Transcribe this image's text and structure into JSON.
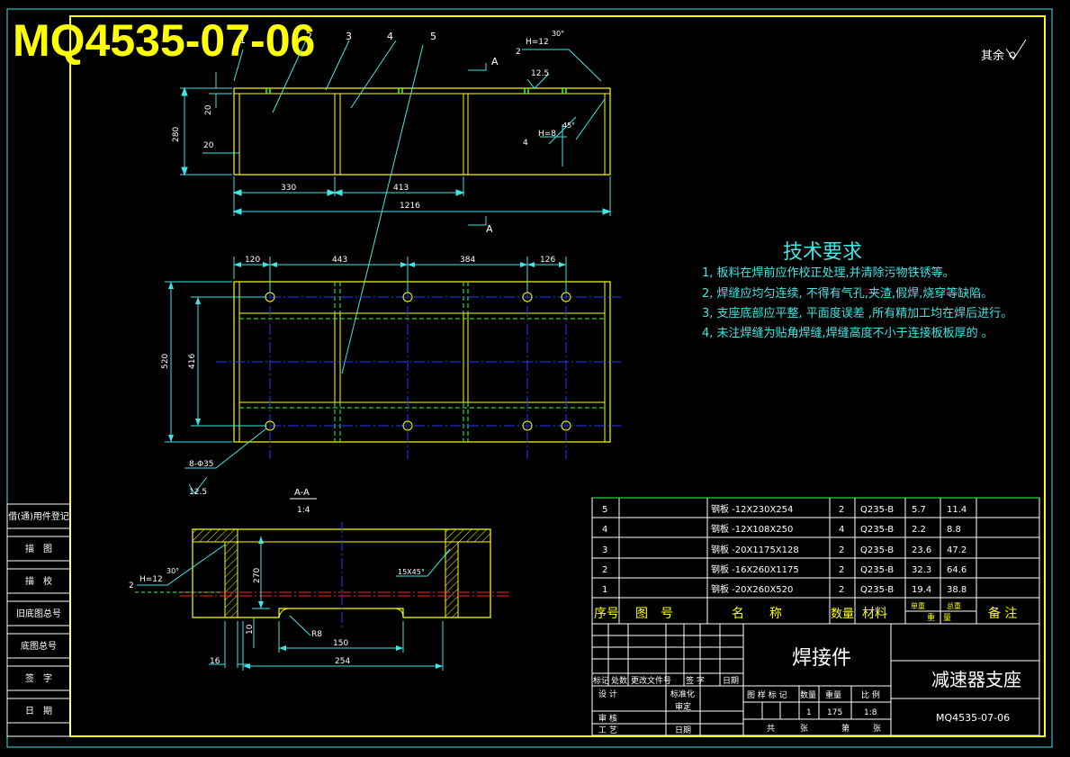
{
  "title": {
    "text": "MQ4535-07-06"
  },
  "surface_note": "其余",
  "section_label": {
    "name": "A-A",
    "scale": "1:4"
  },
  "section_markers": [
    "A",
    "A"
  ],
  "balloons": [
    "1",
    "2",
    "3",
    "4",
    "5"
  ],
  "weld_notes": {
    "top_weld": "2",
    "top_h": "H=12",
    "top_angle": "30°",
    "right_weld": "4",
    "right_h": "H=8",
    "right_angle": "45°",
    "section_weld": "2",
    "section_h": "H=12",
    "section_angle": "30°",
    "roughness_top": "12.5",
    "roughness_hole": "12.5",
    "hole_spec": "8-Φ35",
    "chamfer": "15X45°",
    "radius": "R8"
  },
  "dimensions": {
    "front": {
      "d20a": "20",
      "d280": "280",
      "d20b": "20",
      "d330": "330",
      "d413": "413",
      "d1216": "1216"
    },
    "plan": {
      "d120": "120",
      "d443": "443",
      "d384": "384",
      "d126": "126",
      "d520": "520",
      "d416": "416"
    },
    "section": {
      "d270": "270",
      "d10": "10",
      "d150": "150",
      "d16": "16",
      "d254": "254"
    }
  },
  "tech_requirements": {
    "title": "技术要求",
    "items": [
      "1, 板料在焊前应作校正处理,并清除污物铁锈等。",
      "2, 焊缝应均匀连续, 不得有气孔,夹渣,假焊,烧穿等缺陷。",
      "3, 支座底部应平整, 平面度误差       ,所有精加工均在焊后进行。",
      "4, 未注焊缝为贴角焊缝,焊缝高度不小于连接板板厚的       。"
    ]
  },
  "bom": {
    "rows": [
      {
        "no": "5",
        "name": "钢板 -12X230X254",
        "qty": "2",
        "material": "Q235-B",
        "unit_weight": "5.7",
        "total_weight": "11.4"
      },
      {
        "no": "4",
        "name": "钢板 -12X108X250",
        "qty": "4",
        "material": "Q235-B",
        "unit_weight": "2.2",
        "total_weight": "8.8"
      },
      {
        "no": "3",
        "name": "钢板 -20X1175X128",
        "qty": "2",
        "material": "Q235-B",
        "unit_weight": "23.6",
        "total_weight": "47.2"
      },
      {
        "no": "2",
        "name": "钢板 -16X260X1175",
        "qty": "2",
        "material": "Q235-B",
        "unit_weight": "32.3",
        "total_weight": "64.6"
      },
      {
        "no": "1",
        "name": "钢板 -20X260X520",
        "qty": "2",
        "material": "Q235-B",
        "unit_weight": "19.4",
        "total_weight": "38.8"
      }
    ],
    "headers": {
      "no": "序号",
      "drawing_no": "图　号",
      "name": "名　　称",
      "qty": "数量",
      "material": "材料",
      "unit": "单重",
      "total": "总重",
      "weight": "重　量",
      "remark": "备 注"
    }
  },
  "title_block": {
    "part_name": "焊接件",
    "assembly_name": "减速器支座",
    "drawing_number": "MQ4535-07-06",
    "rev_labels": [
      "标记",
      "处数",
      "更改文件号",
      "签 字",
      "日期"
    ],
    "design": "设 计",
    "standardize": "标准化",
    "review": "审 核",
    "approve": "审定",
    "process": "工 艺",
    "date": "日期",
    "stage_mark": "图 样 标 记",
    "qty_label": "数量",
    "weight_label": "重量",
    "scale_label": "比 例",
    "qty_value": "1",
    "weight_value": "175",
    "scale_value": "1:8",
    "sheets_total": "共",
    "sheets_unit": "张",
    "sheet_no": "第",
    "sheet_unit": "张"
  },
  "side_panel": [
    "借(通)用件登记",
    "描　图",
    "描　校",
    "旧底图总号",
    "底图总号",
    "签　字",
    "日　期"
  ]
}
